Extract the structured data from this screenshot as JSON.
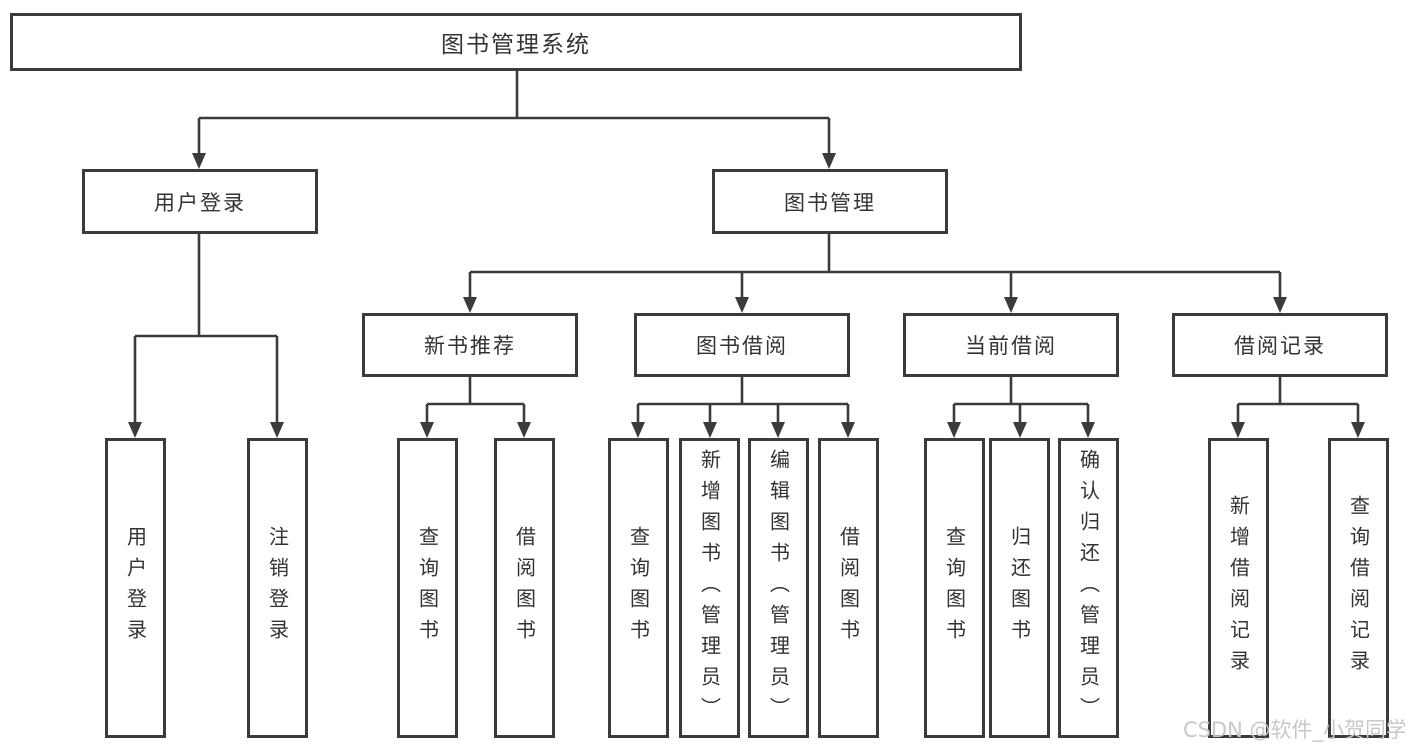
{
  "diagram": {
    "root": "图书管理系统",
    "level2": {
      "user_login": "用户登录",
      "book_management": "图书管理"
    },
    "level3": {
      "new_book_recommend": "新书推荐",
      "book_borrow": "图书借阅",
      "current_borrow": "当前借阅",
      "borrow_records": "借阅记录"
    },
    "leaves": {
      "user_login_children": [
        "用户登录",
        "注销登录"
      ],
      "new_book_children": [
        "查询图书",
        "借阅图书"
      ],
      "book_borrow_children": [
        "查询图书",
        "新增图书（管理员）",
        "编辑图书（管理员）",
        "借阅图书"
      ],
      "current_borrow_children": [
        "查询图书",
        "归还图书",
        "确认归还（管理员）"
      ],
      "borrow_record_children": [
        "新增借阅记录",
        "查询借阅记录"
      ]
    },
    "watermark": "CSDN @软件_小贺同学",
    "colors": {
      "line": "#3b3b3b",
      "text": "#333333",
      "watermark": "#c8c8c8",
      "background": "#ffffff"
    }
  }
}
